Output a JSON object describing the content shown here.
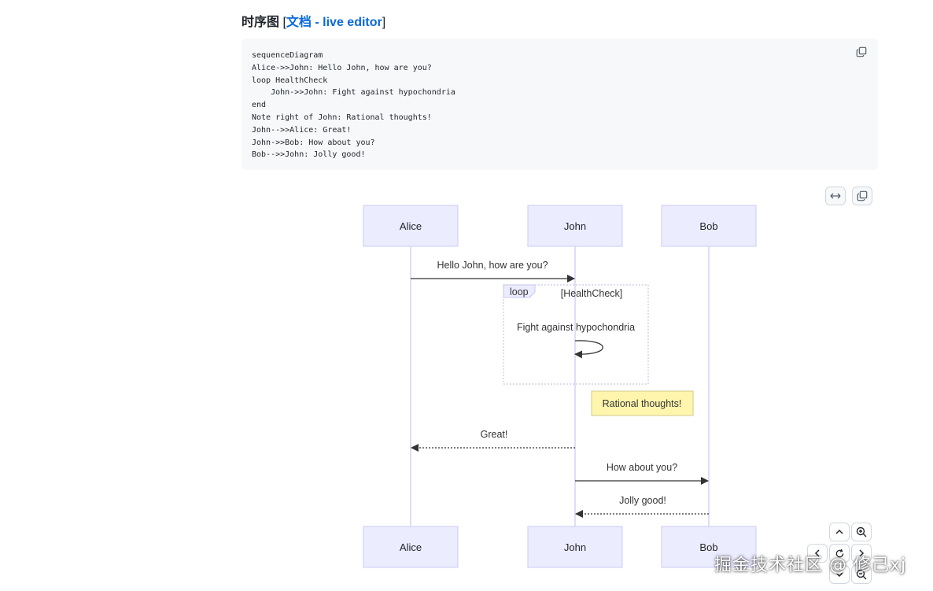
{
  "heading": {
    "title": "时序图",
    "bracket_open": "[",
    "docs_link": "文档",
    "separator": " - ",
    "editor_link": "live editor",
    "bracket_close": "]"
  },
  "code": {
    "lines": [
      "sequenceDiagram",
      "Alice->>John: Hello John, how are you?",
      "loop HealthCheck",
      "    John->>John: Fight against hypochondria",
      "end",
      "Note right of John: Rational thoughts!",
      "John-->>Alice: Great!",
      "John->>Bob: How about you?",
      "Bob-->>John: Jolly good!"
    ],
    "copy_icon": "copy-icon"
  },
  "toolbar": {
    "expand_icon": "expand-horizontal-icon",
    "copy_icon": "copy-icon"
  },
  "diagram": {
    "participants": [
      "Alice",
      "John",
      "Bob"
    ],
    "messages": {
      "m1": "Hello John, how are you?",
      "m2": "Fight against hypochondria",
      "m3": "Great!",
      "m4": "How about you?",
      "m5": "Jolly good!"
    },
    "loop": {
      "keyword": "loop",
      "label": "[HealthCheck]"
    },
    "note": "Rational thoughts!",
    "colors": {
      "actor_fill": "#ECECFF",
      "actor_stroke": "#d3d3f5",
      "note_fill": "#fff5ad",
      "note_stroke": "#d1cb8a",
      "line": "#333333"
    }
  },
  "controls": {
    "up_icon": "chevron-up-icon",
    "zoom_in_icon": "zoom-in-icon",
    "left_icon": "chevron-left-icon",
    "reset_icon": "reset-icon",
    "right_icon": "chevron-right-icon",
    "down_icon": "chevron-down-icon",
    "zoom_out_icon": "zoom-out-icon"
  },
  "watermark": "掘金技术社区 @ 修己xj"
}
